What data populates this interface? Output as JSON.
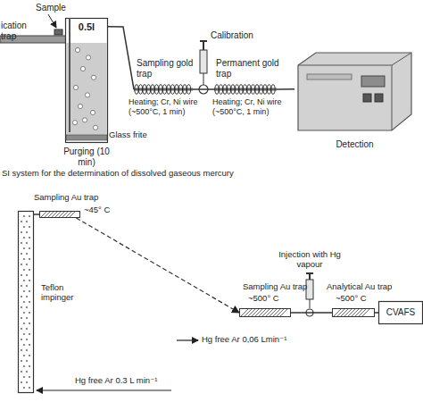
{
  "diagram": {
    "caption": "SI system for the determination of dissolved gaseous mercury",
    "nodes": [
      {
        "text": [
          "0.5l"
        ]
      },
      {
        "text": [
          "Sampling gold trap",
          "Heating; Cr, Ni wire (~500°C, 1 min)"
        ]
      },
      {
        "text": [
          "Permanent gold trap",
          "Heating; Cr, Ni wire (~500°C, 1 min)"
        ]
      },
      {
        "text": [
          "Detection"
        ]
      },
      {
        "text": [
          "Teflon impinger"
        ]
      },
      {
        "text": [
          "Sampling Au trap",
          "~45° C"
        ]
      },
      {
        "text": [
          "Sampling Au trap",
          "~500° C"
        ]
      },
      {
        "text": [
          "Analytical Au trap",
          "~500° C"
        ]
      },
      {
        "text": [
          "CVAFS"
        ]
      }
    ],
    "edges": [
      {
        "from": 0,
        "to": 1,
        "arrow": "none"
      },
      {
        "from": 1,
        "to": 2,
        "arrow": "none"
      },
      {
        "from": 2,
        "to": 3,
        "arrow": "none"
      },
      {
        "from": 4,
        "to": 5,
        "arrow": "none"
      },
      {
        "from": 5,
        "to": 6,
        "arrow": "to"
      },
      {
        "from": 6,
        "to": 7,
        "arrow": "none"
      },
      {
        "from": 7,
        "to": 8,
        "arrow": "none"
      }
    ],
    "labels": [
      "ication trap",
      "Sample",
      "Purging (10 min)",
      "Glass frite",
      "Calibration",
      "Injection with Hg vapour",
      "Hg free Ar 0,06 Lmin⁻¹",
      "Hg free Ar 0.3 L min⁻¹"
    ]
  }
}
